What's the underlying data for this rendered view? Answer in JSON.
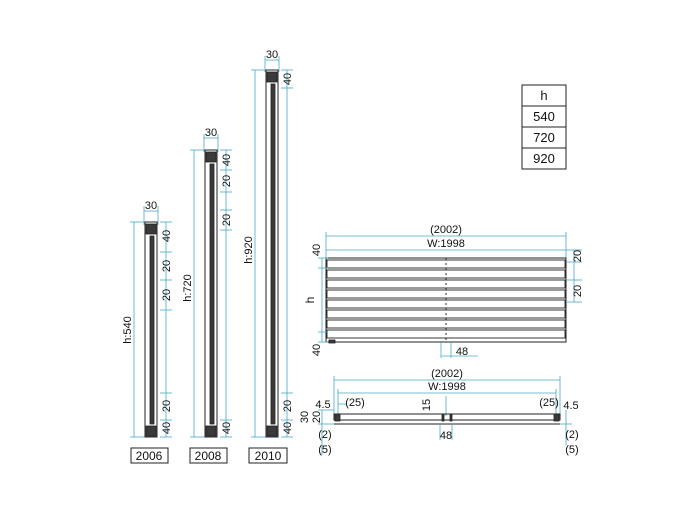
{
  "table": {
    "header": "h",
    "rows": [
      "540",
      "720",
      "920"
    ]
  },
  "models": [
    {
      "code": "2006",
      "height_label": "h:540",
      "top_width": "30",
      "side_a": "40",
      "side_b": "20",
      "side_c": "20",
      "side_d": "40"
    },
    {
      "code": "2008",
      "height_label": "h:720",
      "top_width": "30",
      "side_a": "40",
      "side_b": "20",
      "side_c": "20",
      "side_d": "40"
    },
    {
      "code": "2010",
      "height_label": "h:920",
      "top_width": "30",
      "side_a": "40",
      "side_d": "20",
      "side_e": "40"
    }
  ],
  "front_view": {
    "overall_width": "(2002)",
    "width": "W:1998",
    "left_top": "40",
    "left_mid": "h",
    "left_bottom": "40",
    "right_top": "20",
    "right_mid": "20",
    "bottom_center": "48"
  },
  "top_view": {
    "overall_width": "(2002)",
    "width": "W:1998",
    "left_offset": "4.5",
    "left_inset": "(25)",
    "center_mark": "15",
    "right_inset": "(25)",
    "right_offset": "4.5",
    "depth": "30",
    "depth_small": "20",
    "left_gap1": "(2)",
    "left_gap2": "(5)",
    "center_width": "48",
    "right_gap1": "(2)",
    "right_gap2": "(5)"
  }
}
